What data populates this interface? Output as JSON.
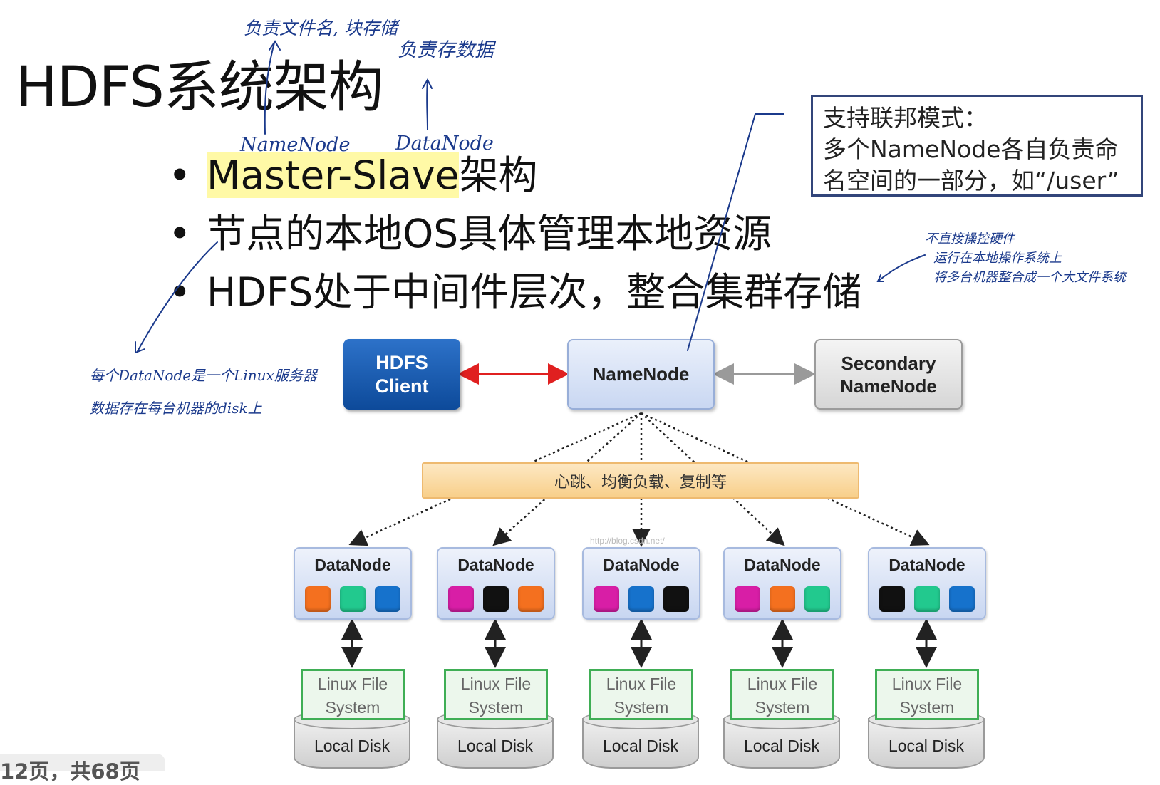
{
  "slide": {
    "title": "HDFS系统架构",
    "bullets": [
      {
        "dot": "•",
        "highlight": "Master-Slave",
        "rest": "架构"
      },
      {
        "dot": "•",
        "highlight": "",
        "rest": "节点的本地OS具体管理本地资源"
      },
      {
        "dot": "•",
        "highlight": "",
        "rest": "HDFS处于中间件层次，整合集群存储"
      }
    ],
    "federation_note": [
      "支持联邦模式：",
      "多个NameNode各自负责命",
      "名空间的一部分，如“/user”"
    ],
    "footer": "12页，共68页"
  },
  "annotations": {
    "namenode_duty": "负责文件名, 块存储",
    "datanode_duty": "负责存数据",
    "namenode_label": "NameNode",
    "datanode_label": "DataNode",
    "middleware_note": [
      "不直接操控硬件",
      "运行在本地操作系统上",
      "将多台机器整合成一个大文件系统"
    ],
    "datanode_note": [
      "每个DataNode是一个Linux服务器",
      "数据存在每台机器的disk上"
    ]
  },
  "diagram": {
    "client": [
      "HDFS",
      "Client"
    ],
    "namenode": "NameNode",
    "secondary": [
      "Secondary",
      "NameNode"
    ],
    "heartbeat": "心跳、均衡负载、复制等",
    "watermark": "http://blog.csdn.net/",
    "datanodes": [
      {
        "label": "DataNode",
        "blocks": [
          "#f4701f",
          "#22c98e",
          "#1672cc"
        ],
        "fs": [
          "Linux File",
          "System"
        ],
        "disk": "Local Disk"
      },
      {
        "label": "DataNode",
        "blocks": [
          "#d81ea6",
          "#111111",
          "#f4701f"
        ],
        "fs": [
          "Linux File",
          "System"
        ],
        "disk": "Local Disk"
      },
      {
        "label": "DataNode",
        "blocks": [
          "#d81ea6",
          "#1672cc",
          "#111111"
        ],
        "fs": [
          "Linux File",
          "System"
        ],
        "disk": "Local Disk"
      },
      {
        "label": "DataNode",
        "blocks": [
          "#d81ea6",
          "#f4701f",
          "#22c98e"
        ],
        "fs": [
          "Linux File",
          "System"
        ],
        "disk": "Local Disk"
      },
      {
        "label": "DataNode",
        "blocks": [
          "#111111",
          "#22c98e",
          "#1672cc"
        ],
        "fs": [
          "Linux File",
          "System"
        ],
        "disk": "Local Disk"
      }
    ]
  },
  "colors": {
    "client": "#0d4a9a",
    "client_arrow": "#e02020",
    "highlight": "#fff9a6",
    "ink": "#1b3a8c",
    "note_border": "#32457a",
    "fs_border": "#3fae55"
  }
}
